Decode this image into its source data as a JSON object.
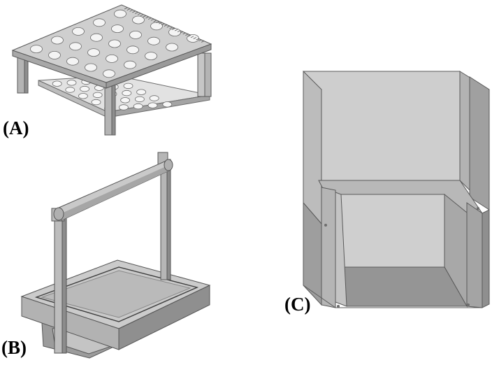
{
  "panels": {
    "a": {
      "label": "(A)"
    },
    "b": {
      "label": "(B)"
    },
    "c": {
      "label": "(C)"
    }
  },
  "colors": {
    "background": "#ffffff",
    "surface_light": "#d8d8d8",
    "surface_mid": "#bdbdbd",
    "surface_dark": "#8e8e8e",
    "edge": "#5a5a5a",
    "hole": "#f4f4f4"
  }
}
